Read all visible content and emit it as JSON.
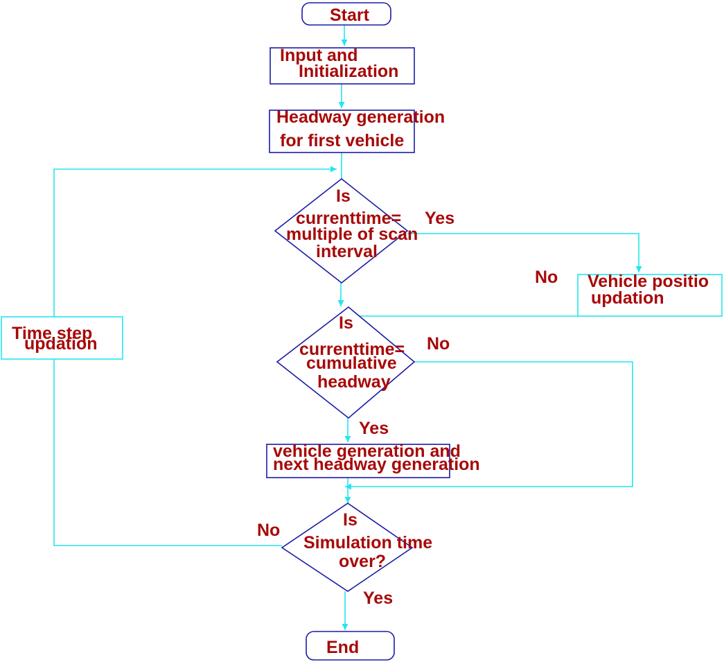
{
  "colors": {
    "box_stroke": "#1a1aa6",
    "arrow": "#22e6ee",
    "text": "#a80808"
  },
  "nodes": {
    "start": "Start",
    "input_line1": "Input and",
    "input_line2": "Initialization",
    "headway_line1": "Headway generation",
    "headway_line2": "for first vehicle",
    "decision_scan_line1": "Is",
    "decision_scan_line2": "currenttime=",
    "decision_scan_line3": "multiple of scan",
    "decision_scan_line4": "interval",
    "vehicle_position_line1": "Vehicle positio",
    "vehicle_position_line2": "updation",
    "decision_headway_line1": "Is",
    "decision_headway_line2": "currenttime=",
    "decision_headway_line3": "cumulative",
    "decision_headway_line4": "headway",
    "vehicle_generation_line1": "vehicle generation and",
    "vehicle_generation_line2": "next headway generation",
    "time_step_line1": "Time step",
    "time_step_line2": "updation",
    "decision_sim_line1": "Is",
    "decision_sim_line2": "Simulation time",
    "decision_sim_line3": "over?",
    "end": "End"
  },
  "edge_labels": {
    "scan_yes": "Yes",
    "scan_no": "No",
    "headway_no": "No",
    "headway_yes": "Yes",
    "sim_no": "No",
    "sim_yes": "Yes"
  }
}
